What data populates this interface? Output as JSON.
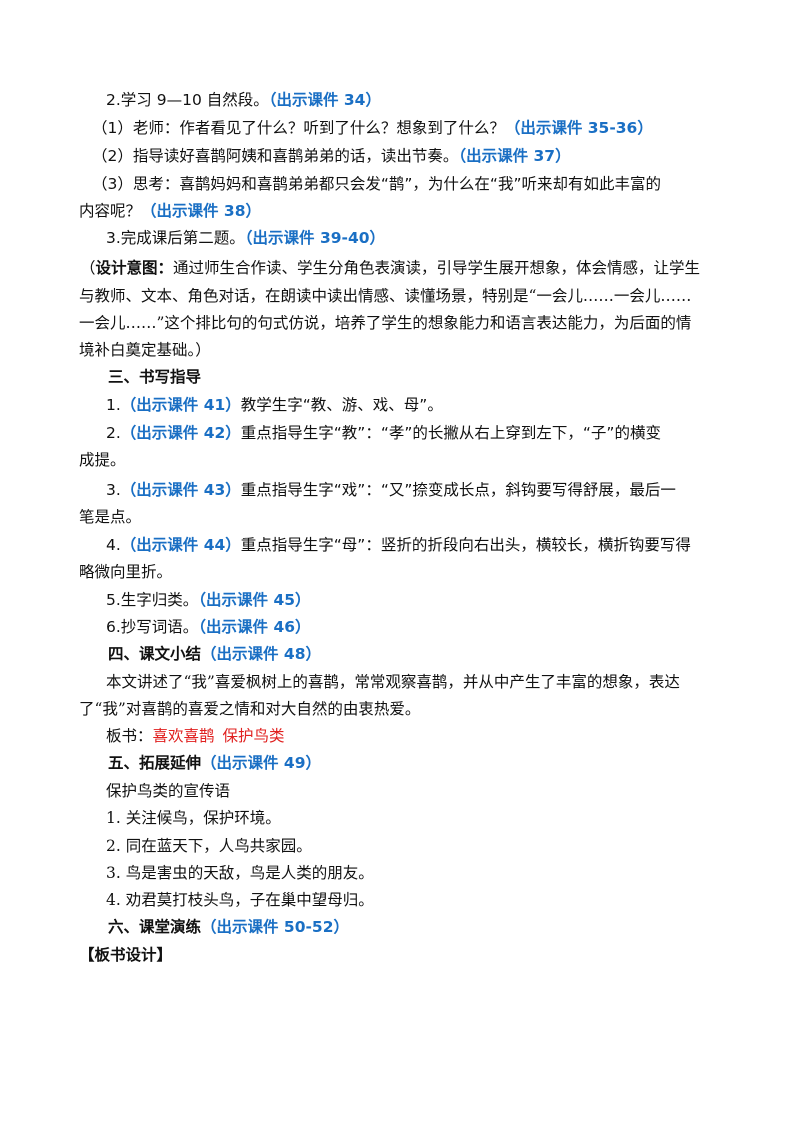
{
  "section2": {
    "step2_text": "2.学习 9—10 自然段。",
    "step2_ref": "（出示课件 34）",
    "q1_text": "（1）老师：作者看见了什么？听到了什么？想象到了什么？",
    "q1_ref": "（出示课件 35-36）",
    "q2_text": "（2）指导读好喜鹊阿姨和喜鹊弟弟的话，读出节奏。",
    "q2_ref": "（出示课件 37）",
    "q3_text_line1": "（3）思考：喜鹊妈妈和喜鹊弟弟都只会发“鹊”，为什么在“我”听来却有如此丰富的",
    "q3_text_line2": "内容呢？",
    "q3_ref": "（出示课件 38）",
    "step3_text": "3.完成课后第二题。",
    "step3_ref": "（出示课件 39-40）"
  },
  "design_intent": {
    "open": "（",
    "label": "设计意图：",
    "line1": "通过师生合作读、学生分角色表演读，引导学生展开想象，体会情感，让学生",
    "line2": "与教师、文本、角色对话，在朗读中读出情感、读懂场景，特别是“一会儿……一会儿……",
    "line3": "一会儿……”这个排比句的句式仿说，培养了学生的想象能力和语言表达能力，为后面的情",
    "line4": "境补白奠定基础。）"
  },
  "section3": {
    "heading": "三、书写指导",
    "item1_num": "1.",
    "item1_ref": "（出示课件 41）",
    "item1_text": "教学生字“教、游、戏、母”。",
    "item2_num": "2.",
    "item2_ref": "（出示课件 42）",
    "item2_text_line1": "重点指导生字“教”：“孝”的长撇从右上穿到左下，“子”的横变",
    "item2_text_line2": "成提。",
    "item3_num": "3.",
    "item3_ref": "（出示课件 43）",
    "item3_text_line1": "重点指导生字“戏”：“又”捺变成长点，斜钩要写得舒展，最后一",
    "item3_text_line2": "笔是点。",
    "item4_num": "4.",
    "item4_ref": "（出示课件 44）",
    "item4_text_line1": "重点指导生字“母”：竖折的折段向右出头，横较长，横折钩要写得",
    "item4_text_line2": "略微向里折。",
    "item5_text": "5.生字归类。",
    "item5_ref": "（出示课件 45）",
    "item6_text": "6.抄写词语。",
    "item6_ref": "（出示课件 46）"
  },
  "section4": {
    "heading": "四、课文小结",
    "ref": "（出示课件 48）",
    "summary_line1": "本文讲述了“我”喜爱枫树上的喜鹊，常常观察喜鹊，并从中产生了丰富的想象，表达",
    "summary_line2": "了“我”对喜鹊的喜爱之情和对大自然的由衷热爱。",
    "board_label": "板书：",
    "board_item1": "喜欢喜鹊",
    "board_item2": "保护鸟类"
  },
  "section5": {
    "heading": "五、拓展延伸",
    "ref": "（出示课件 49）",
    "intro": "保护鸟类的宣传语",
    "slogans": [
      "1. 关注候鸟，保护环境。",
      "2. 同在蓝天下，人鸟共家园。",
      "3. 鸟是害虫的天敌，鸟是人类的朋友。",
      "4. 劝君莫打枝头鸟，子在巢中望母归。"
    ]
  },
  "section6": {
    "heading": "六、课堂演练",
    "ref": "（出示课件 50-52）"
  },
  "board_design_heading": "【板书设计】",
  "colors": {
    "ref_blue": "#1a6fc4",
    "board_red": "#e0201f",
    "text": "#111111"
  }
}
